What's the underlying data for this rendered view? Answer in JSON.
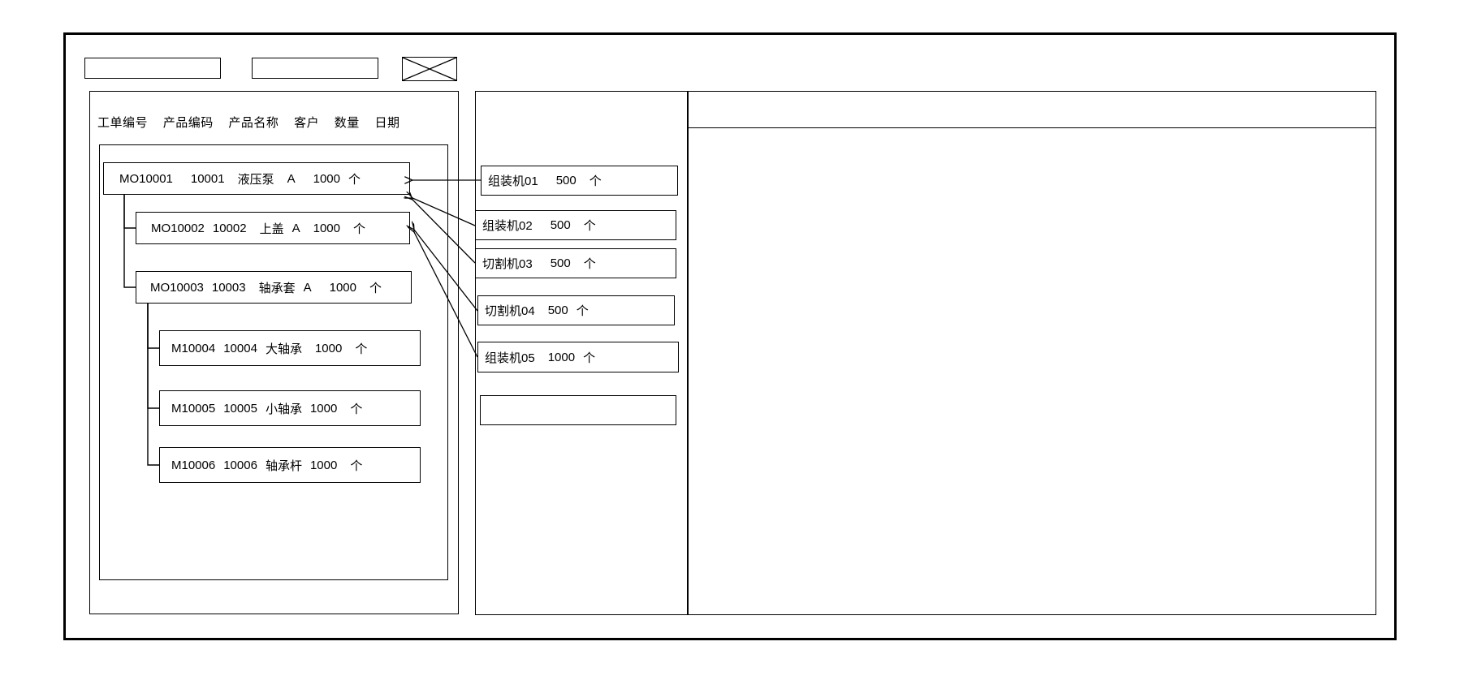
{
  "window": {
    "title": ""
  },
  "toolbar": {
    "field_1_value": "",
    "field_1_placeholder": "",
    "field_2_value": "",
    "field_2_placeholder": "",
    "x_box_label": ""
  },
  "left_panel": {
    "column_headers": [
      "工单编号",
      "产品编码",
      "产品名称",
      "客户",
      "数量",
      "日期"
    ],
    "tree_nodes": [
      {
        "order_no": "MO10001",
        "product_code": "10001",
        "product_name": "液压泵",
        "customer": "A",
        "quantity": "1000",
        "unit": "个",
        "level": 0
      },
      {
        "order_no": "MO10002",
        "product_code": "10002",
        "product_name": "上盖",
        "customer": "A",
        "quantity": "1000",
        "unit": "个",
        "level": 1
      },
      {
        "order_no": "MO10003",
        "product_code": "10003",
        "product_name": "轴承套",
        "customer": "A",
        "quantity": "1000",
        "unit": "个",
        "level": 1
      },
      {
        "order_no": "M10004",
        "product_code": "10004",
        "product_name": "大轴承",
        "customer": "",
        "quantity": "1000",
        "unit": "个",
        "level": 2
      },
      {
        "order_no": "M10005",
        "product_code": "10005",
        "product_name": "小轴承",
        "customer": "",
        "quantity": "1000",
        "unit": "个",
        "level": 2
      },
      {
        "order_no": "M10006",
        "product_code": "10006",
        "product_name": "轴承杆",
        "customer": "",
        "quantity": "1000",
        "unit": "个",
        "level": 2
      }
    ]
  },
  "middle_panel": {
    "machines": [
      {
        "name": "组装机01",
        "quantity": "500",
        "unit": "个"
      },
      {
        "name": "组装机02",
        "quantity": "500",
        "unit": "个"
      },
      {
        "name": "切割机03",
        "quantity": "500",
        "unit": "个"
      },
      {
        "name": "切割机04",
        "quantity": "500",
        "unit": "个"
      },
      {
        "name": "组装机05",
        "quantity": "1000",
        "unit": "个"
      },
      {
        "name": "",
        "quantity": "",
        "unit": ""
      }
    ]
  },
  "right_panel": {
    "header_text": "",
    "body_text": ""
  },
  "colors": {
    "stroke": "#000000",
    "background": "#ffffff"
  }
}
